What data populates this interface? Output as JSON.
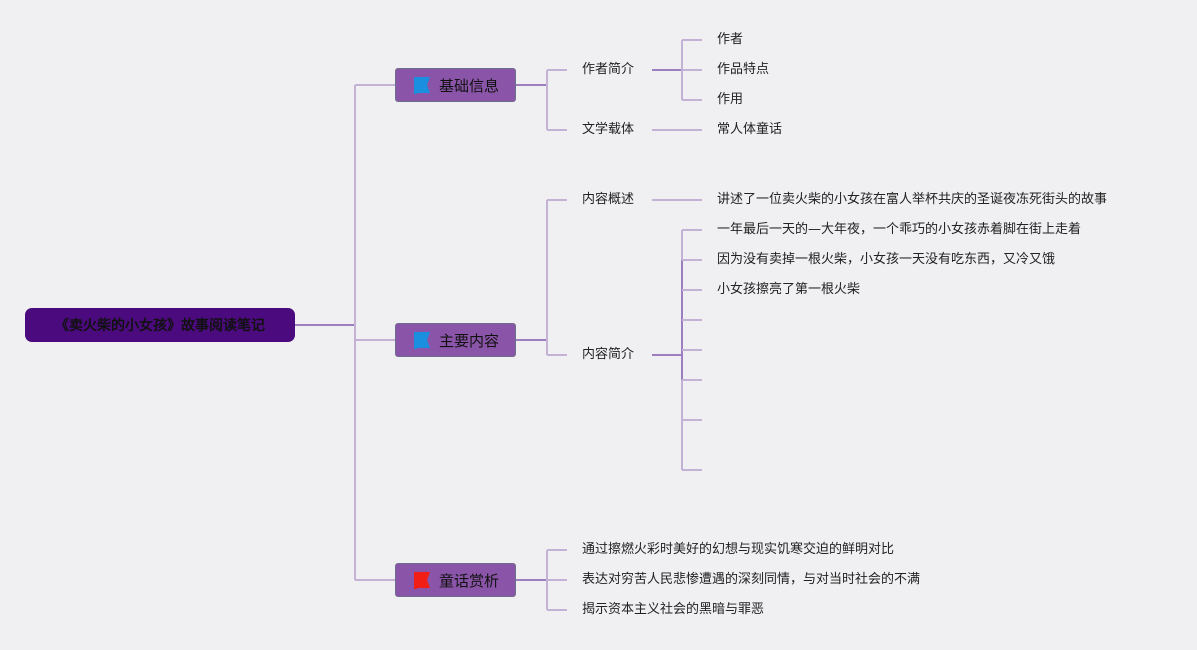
{
  "root": {
    "label": "《卖火柴的小女孩》故事阅读笔记"
  },
  "colors": {
    "root_bg": "#4b0a7e",
    "main_bg": "#8a55a8",
    "line": "#c3b1d6",
    "line_dark": "#9d7fbf",
    "flag_blue": "#1a8fe0",
    "flag_red": "#f01e14",
    "background": "#f0f0f3"
  },
  "branches": [
    {
      "label": "基础信息",
      "flag_icon": "blue-flag-icon",
      "children": [
        {
          "label": "作者简介",
          "leaves": [
            "作者",
            "作品特点",
            "作用"
          ]
        },
        {
          "label": "文学载体",
          "leaves": [
            "常人体童话"
          ]
        }
      ]
    },
    {
      "label": "主要内容",
      "flag_icon": "blue-flag-icon",
      "children": [
        {
          "label": "内容概述",
          "leaves": [
            "讲述了一位卖火柴的小女孩在富人举杯共庆的圣诞夜冻死街头的故事"
          ]
        },
        {
          "label": "内容简介",
          "leaves": [
            "一年最后一天的—大年夜，一个乖巧的小女孩赤着脚在街上走着",
            "因为没有卖掉一根火柴，小女孩一天没有吃东西，又冷又饿",
            "小女孩擦亮了第一根火柴",
            "",
            "",
            "",
            "",
            ""
          ]
        }
      ]
    },
    {
      "label": "童话赏析",
      "flag_icon": "red-flag-icon",
      "leaves": [
        "通过擦燃火彩时美好的幻想与现实饥寒交迫的鲜明对比",
        "表达对穷苦人民悲惨遭遇的深刻同情，与对当时社会的不满",
        "揭示资本主义社会的黑暗与罪恶"
      ]
    }
  ]
}
